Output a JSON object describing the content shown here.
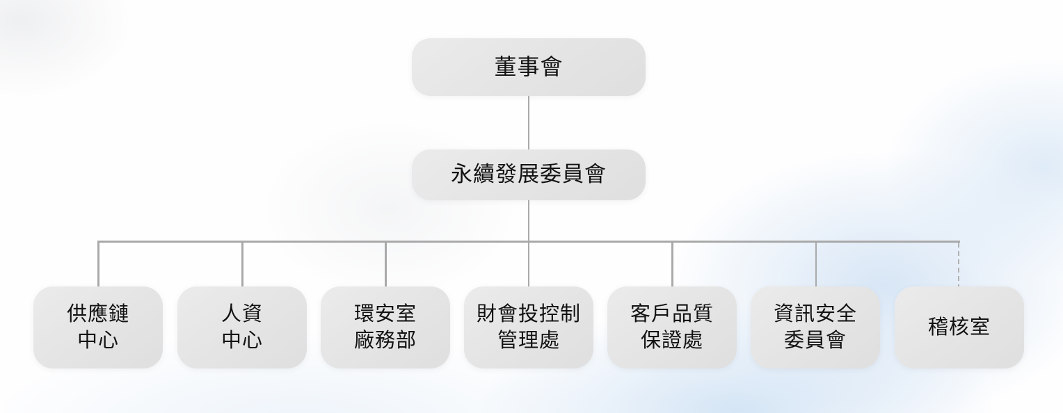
{
  "org": {
    "root": {
      "label": "董事會"
    },
    "committee": {
      "label": "永續發展委員會"
    },
    "departments": [
      {
        "label": "供應鏈\n中心",
        "connector": "solid"
      },
      {
        "label": "人資\n中心",
        "connector": "solid"
      },
      {
        "label": "環安室\n廠務部",
        "connector": "solid"
      },
      {
        "label": "財會投控制\n管理處",
        "connector": "solid"
      },
      {
        "label": "客戶品質\n保證處",
        "connector": "solid"
      },
      {
        "label": "資訊安全\n委員會",
        "connector": "solid"
      },
      {
        "label": "稽核室",
        "connector": "dashed"
      }
    ],
    "colors": {
      "node_fill": "#e5e5e5",
      "node_text": "#121212",
      "connector": "#a9a9a9",
      "connector_dashed": "#b0b0b0",
      "background_tint": "#d9e6f4"
    }
  }
}
